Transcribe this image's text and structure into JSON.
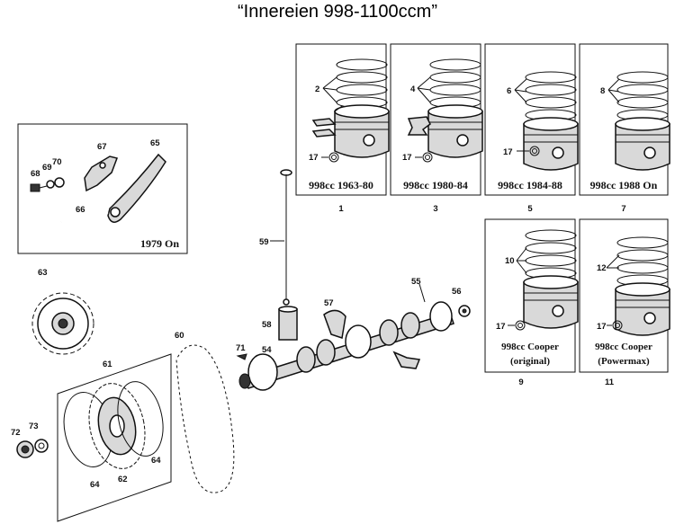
{
  "title": "“Innereien 998-1100ccm”",
  "panels": {
    "p1": {
      "caption": "998cc  1963-80",
      "index": "1",
      "ring_label": "2",
      "pin_label": "17"
    },
    "p3": {
      "caption": "998cc  1980-84",
      "index": "3",
      "ring_label": "4",
      "pin_label": "17"
    },
    "p5": {
      "caption": "998cc  1984-88",
      "index": "5",
      "ring_label": "6",
      "pin_label": "17"
    },
    "p7": {
      "caption": "998cc  1988  On",
      "index": "7",
      "ring_label": "8"
    },
    "p9": {
      "caption1": "998cc  Cooper",
      "caption2": "(original)",
      "index": "9",
      "ring_label": "10",
      "pin_label": "17"
    },
    "p11": {
      "caption1": "998cc  Cooper",
      "caption2": "(Powermax)",
      "index": "11",
      "ring_label": "12",
      "pin_label": "17"
    },
    "tensioner": {
      "caption": "1979  On",
      "labels": [
        "68",
        "69",
        "70",
        "67",
        "65",
        "66"
      ]
    }
  },
  "parts": [
    "59",
    "58",
    "57",
    "55",
    "56",
    "54",
    "71",
    "60",
    "63",
    "61",
    "72",
    "73",
    "64",
    "62",
    "64"
  ]
}
